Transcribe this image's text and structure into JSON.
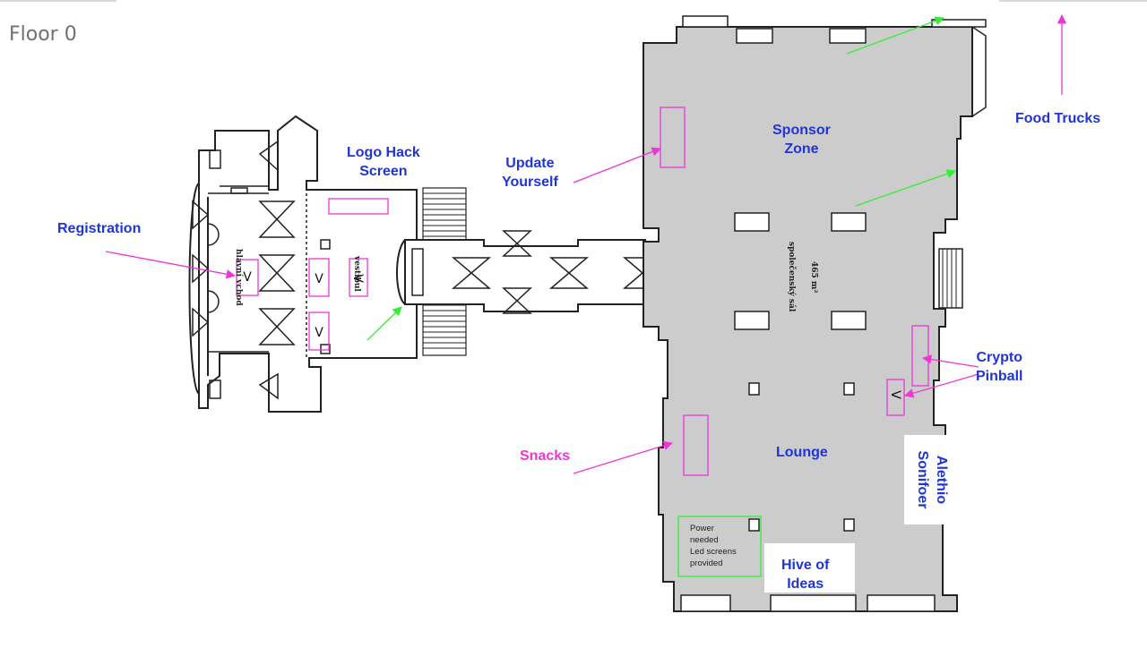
{
  "page": {
    "title": "Floor 0"
  },
  "labels": {
    "registration": "Registration",
    "logo_hack_screen": "Logo Hack\nScreen",
    "update_yourself": "Update\nYourself",
    "sponsor_zone": "Sponsor\nZone",
    "food_trucks": "Food Trucks",
    "crypto_pinball": "Crypto\nPinball",
    "snacks": "Snacks",
    "lounge": "Lounge",
    "alethio_sonifoer": "Alethio\nSonifoer",
    "hive_of_ideas": "Hive of\nIdeas",
    "power_note": "Power\nneeded\nLed screens\nprovided"
  },
  "plan_text": {
    "hall_area": "465 m²",
    "hall_name": "společenský sál",
    "foyer_name": "vestibul",
    "lobby_name": "hlavní vchod"
  },
  "markers": {
    "v": "V"
  },
  "colors": {
    "label_blue": "#1f35d6",
    "label_pink": "#ee35d8",
    "arrow_green": "#33ee33",
    "hall_fill": "#cccccc",
    "wall": "#222222"
  }
}
